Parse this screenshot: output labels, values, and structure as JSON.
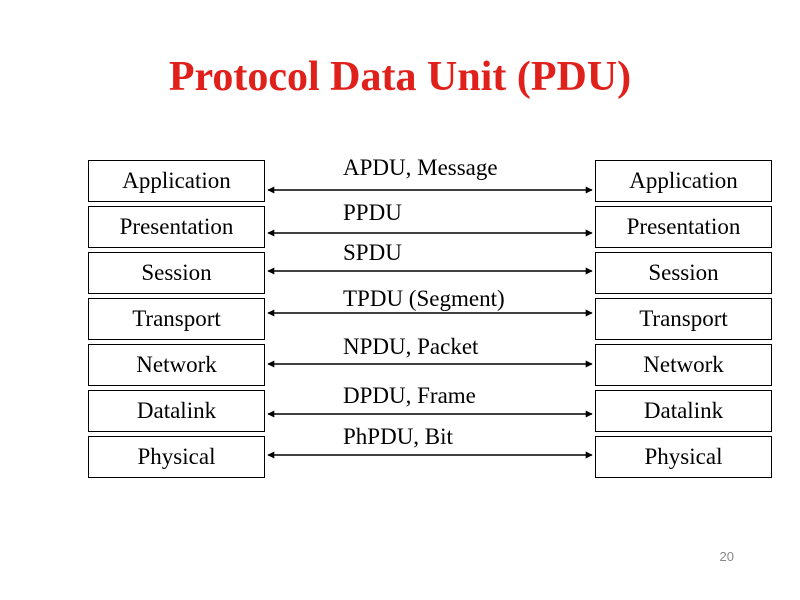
{
  "title": "Protocol Data Unit (PDU)",
  "colors": {
    "title": "#e0201b",
    "lines": "#000000",
    "text": "#000000",
    "page_number": "#888888"
  },
  "left_stack": [
    "Application",
    "Presentation",
    "Session",
    "Transport",
    "Network",
    "Datalink",
    "Physical"
  ],
  "right_stack": [
    "Application",
    "Presentation",
    "Session",
    "Transport",
    "Network",
    "Datalink",
    "Physical"
  ],
  "pdus": [
    {
      "label": "APDU, Message"
    },
    {
      "label": "PPDU"
    },
    {
      "label": "SPDU"
    },
    {
      "label": "TPDU (Segment)"
    },
    {
      "label": "NPDU, Packet"
    },
    {
      "label": "DPDU, Frame"
    },
    {
      "label": "PhPDU, Bit"
    }
  ],
  "page_number": "20"
}
